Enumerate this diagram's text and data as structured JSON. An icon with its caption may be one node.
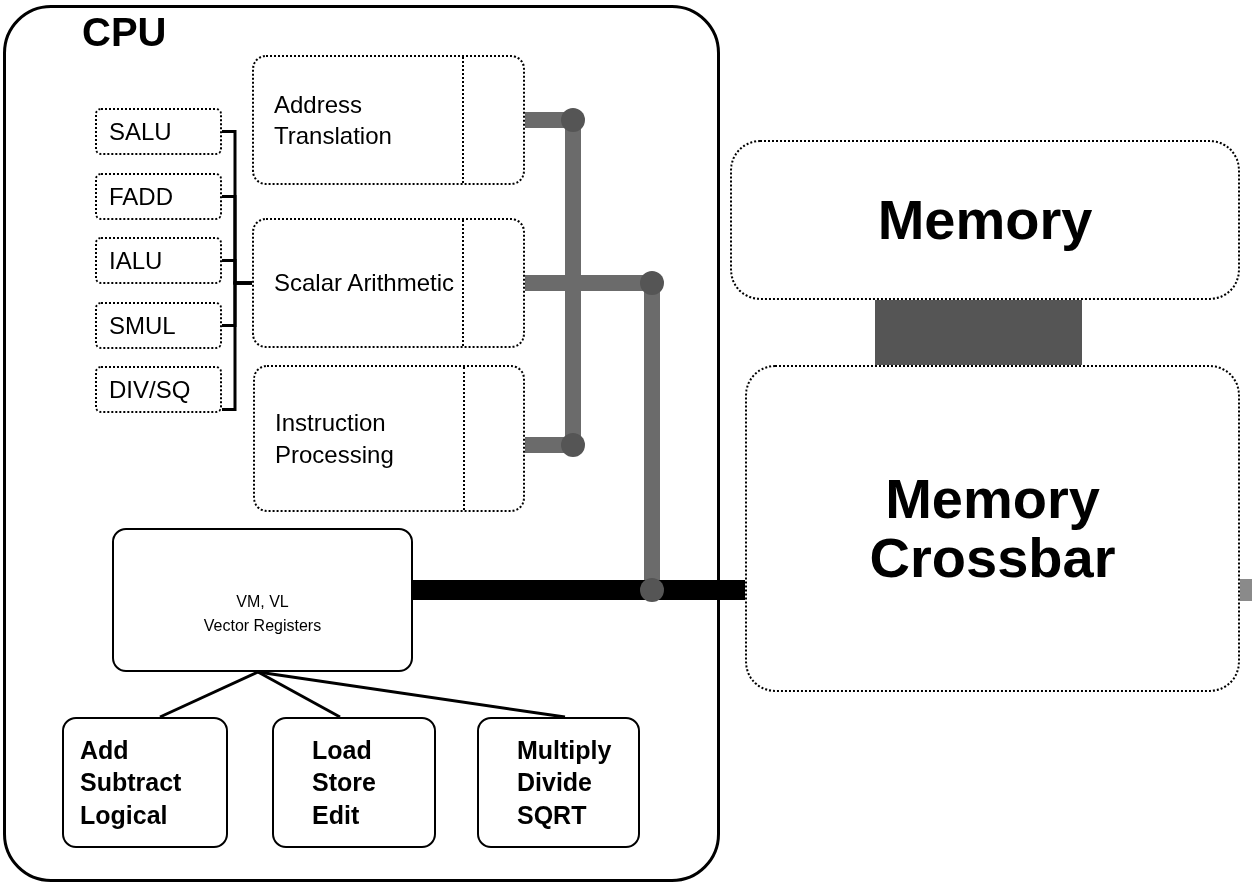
{
  "diagram": {
    "nodes": [
      {
        "text": [
          "CPU"
        ]
      },
      {
        "text": [
          "SALU"
        ],
        "in": 0
      },
      {
        "text": [
          "FADD"
        ],
        "in": 0
      },
      {
        "text": [
          "IALU"
        ],
        "in": 0
      },
      {
        "text": [
          "SMUL"
        ],
        "in": 0
      },
      {
        "text": [
          "DIV/SQ"
        ],
        "in": 0
      },
      {
        "text": [
          "Address Translation"
        ],
        "in": 0
      },
      {
        "text": [
          "Scalar Arithmetic"
        ],
        "in": 0
      },
      {
        "text": [
          "Instruction Processing"
        ],
        "in": 0
      },
      {
        "text": [
          "VM, VL",
          "Vector Registers"
        ],
        "in": 0
      },
      {
        "text": [
          "Add",
          "Subtract",
          "Logical"
        ],
        "in": 0
      },
      {
        "text": [
          "Load",
          "Store",
          "Edit"
        ],
        "in": 0
      },
      {
        "text": [
          "Multiply",
          "Divide",
          "SQRT"
        ],
        "in": 0
      },
      {
        "text": [
          "Memory"
        ]
      },
      {
        "text": [
          "Memory Crossbar"
        ]
      }
    ],
    "edges": [
      {
        "from": 1,
        "to": 7,
        "arrow": "none"
      },
      {
        "from": 2,
        "to": 7,
        "arrow": "none"
      },
      {
        "from": 3,
        "to": 7,
        "arrow": "none"
      },
      {
        "from": 4,
        "to": 7,
        "arrow": "none"
      },
      {
        "from": 5,
        "to": 7,
        "arrow": "none"
      },
      {
        "from": 6,
        "to": 14,
        "arrow": "none",
        "style": "thick",
        "color": "#6b6b6b"
      },
      {
        "from": 7,
        "to": 14,
        "arrow": "none",
        "style": "thick",
        "color": "#6b6b6b"
      },
      {
        "from": 8,
        "to": 14,
        "arrow": "none",
        "style": "thick",
        "color": "#6b6b6b"
      },
      {
        "from": 9,
        "to": 14,
        "arrow": "none",
        "style": "thick"
      },
      {
        "from": 9,
        "to": 10,
        "arrow": "none"
      },
      {
        "from": 9,
        "to": 11,
        "arrow": "none"
      },
      {
        "from": 9,
        "to": 12,
        "arrow": "none"
      },
      {
        "from": 13,
        "to": 14,
        "arrow": "none",
        "style": "thick",
        "color": "#555555"
      },
      {
        "from": 14,
        "to": null,
        "arrow": "none",
        "style": "thick",
        "color": "#8a8a8a"
      }
    ]
  }
}
